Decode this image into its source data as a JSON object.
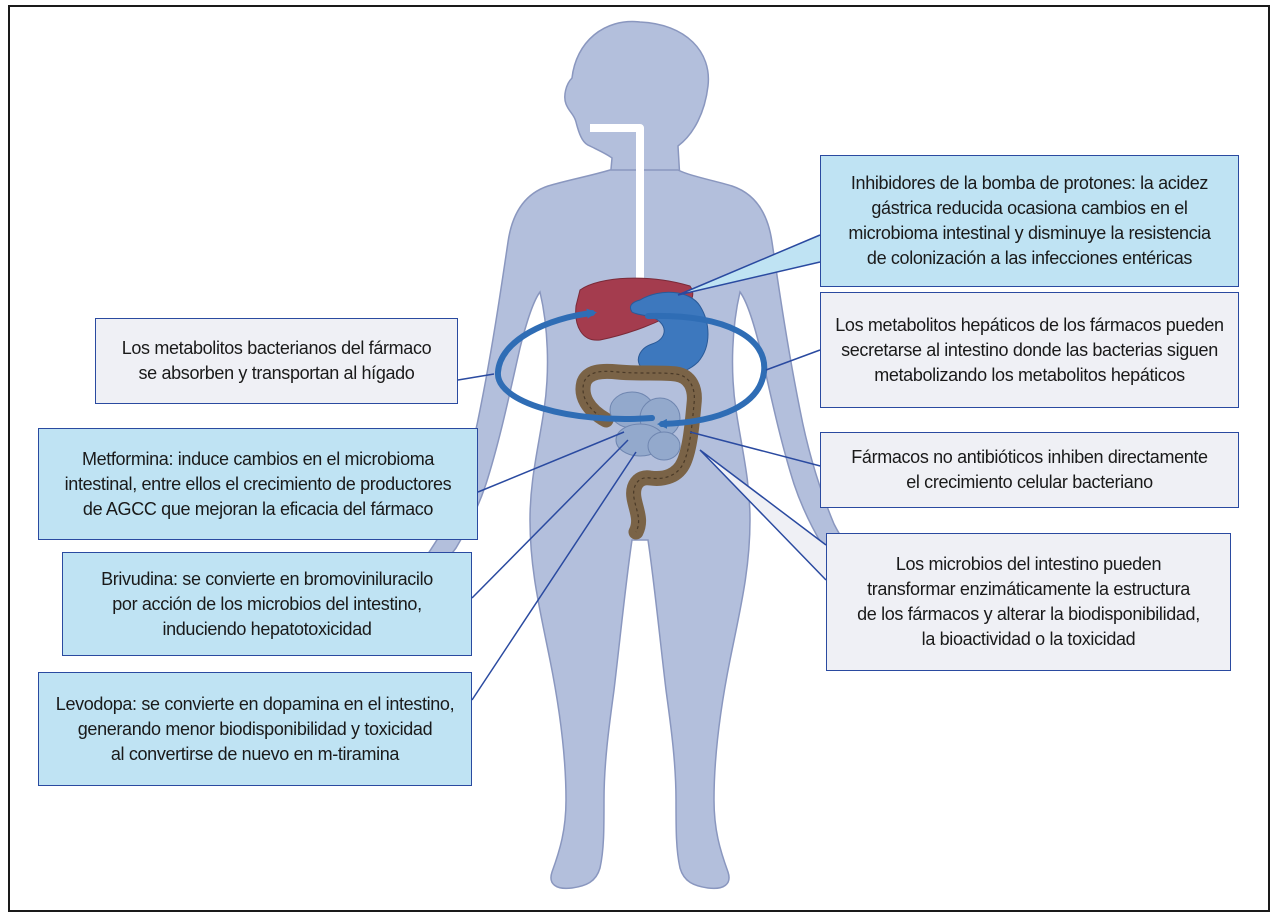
{
  "diagram": {
    "colors": {
      "body": "#b3bfdc",
      "esophagus": "#ffffff",
      "liver": "#a43c4e",
      "stomach": "#3d78be",
      "colon": "#7a6347",
      "small_intestine": "#93a9cc",
      "arrow": "#2f6db5",
      "box_blue": "#bfe3f3",
      "box_gray": "#eff0f5",
      "box_border": "#2a4aa0"
    },
    "boxes": {
      "ibp": {
        "lines": [
          "Inhibidores de la bomba de protones: la acidez",
          "gástrica reducida ocasiona cambios en el",
          "microbioma intestinal y disminuye la resistencia",
          "de colonización a las infecciones entéricas"
        ]
      },
      "metab_bact": {
        "lines": [
          "Los metabolitos bacterianos del fármaco",
          "se absorben y transportan al hígado"
        ]
      },
      "metab_hep": {
        "lines": [
          "Los metabolitos hepáticos de los fármacos pueden",
          "secretarse al intestino donde las bacterias siguen",
          "metabolizando los metabolitos hepáticos"
        ]
      },
      "metformina": {
        "lines": [
          "Metformina: induce cambios en el microbioma",
          "intestinal, entre ellos el crecimiento de productores",
          "de AGCC que mejoran la eficacia del fármaco"
        ]
      },
      "no_antibioticos": {
        "lines": [
          "Fármacos no antibióticos inhiben directamente",
          "el crecimiento celular bacteriano"
        ]
      },
      "brivudina": {
        "lines": [
          "Brivudina: se convierte en bromoviniluracilo",
          "por acción de los microbios del intestino,",
          "induciendo hepatotoxicidad"
        ]
      },
      "microbios": {
        "lines": [
          "Los microbios del intestino pueden",
          "transformar enzimáticamente la estructura",
          "de los fármacos y alterar la biodisponibilidad,",
          "la bioactividad o la toxicidad"
        ]
      },
      "levodopa": {
        "lines": [
          "Levodopa: se convierte en dopamina en el intestino,",
          "generando menor biodisponibilidad y toxicidad",
          "al convertirse de nuevo en m-tiramina"
        ]
      }
    }
  }
}
